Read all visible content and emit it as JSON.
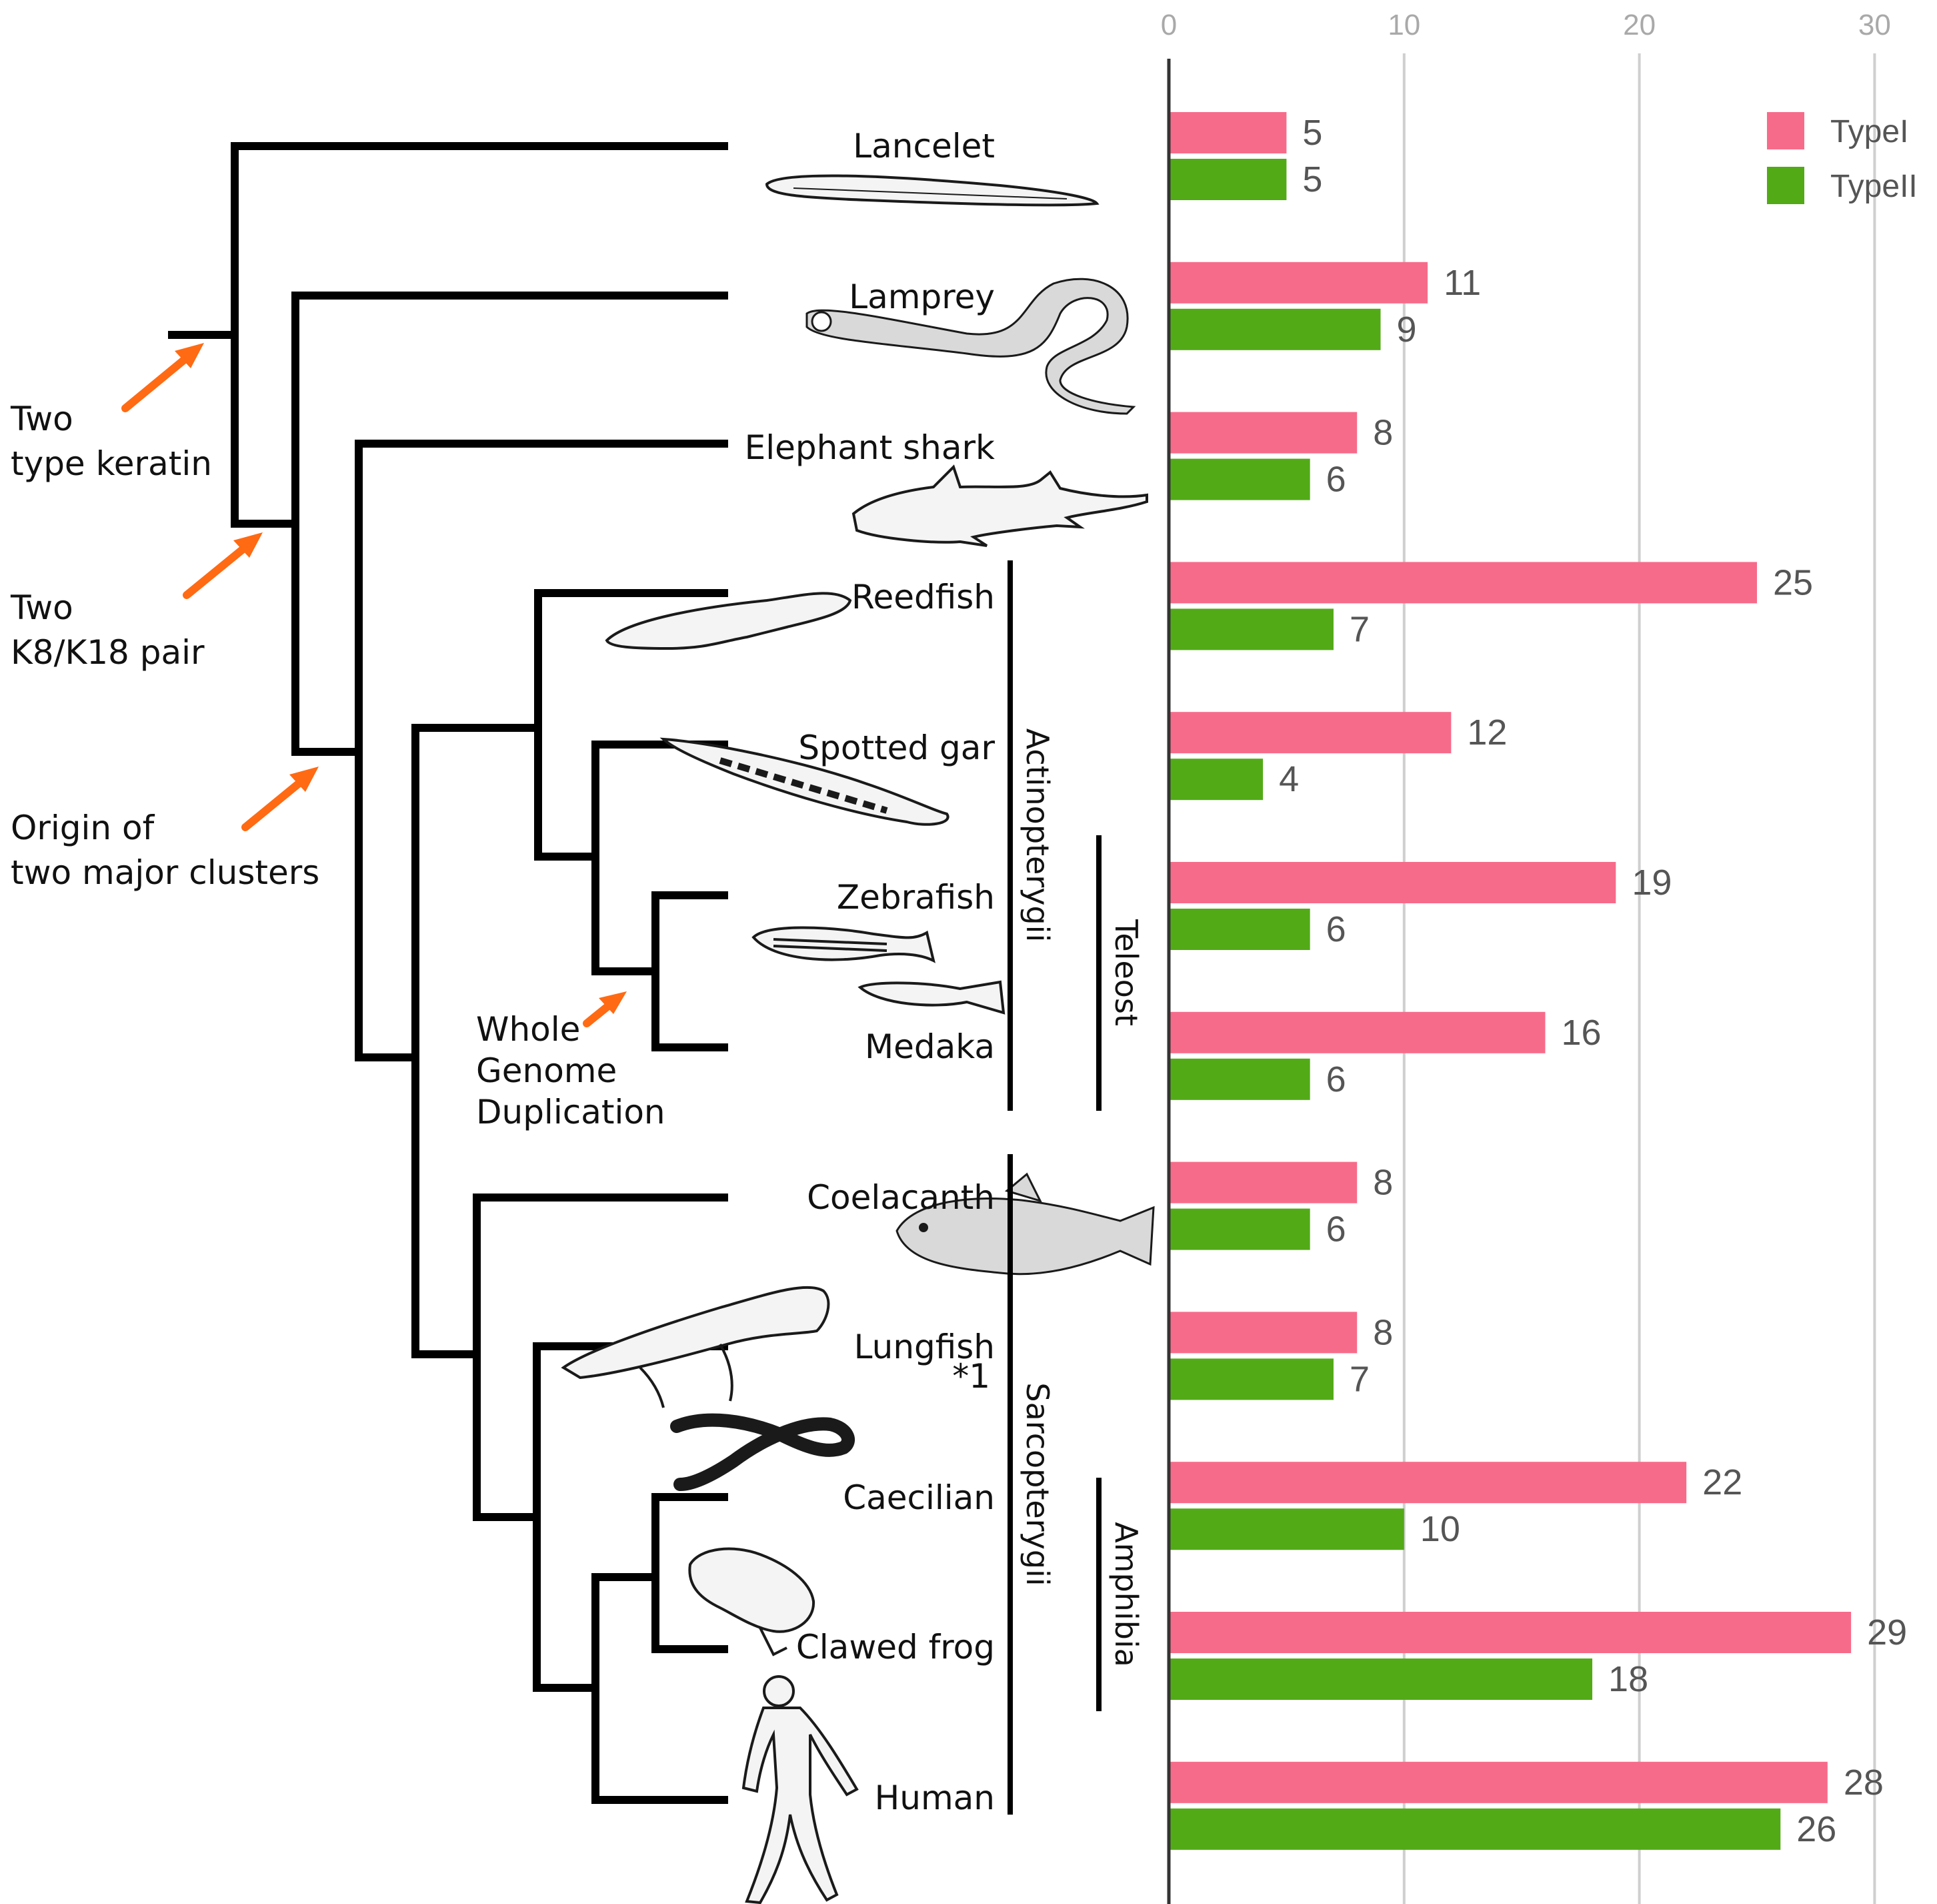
{
  "colors": {
    "typeI": "#f76b8a",
    "typeII": "#52aa17",
    "arrow": "#ff6a13",
    "grid": "#cfcfcf",
    "tick_text": "#a9a9a9",
    "value_text": "#555555"
  },
  "icons": [
    "lancelet-icon",
    "lamprey-icon",
    "elephant-shark-icon",
    "reedfish-icon",
    "spotted-gar-icon",
    "zebrafish-icon",
    "medaka-icon",
    "coelacanth-icon",
    "lungfish-icon",
    "caecilian-icon",
    "clawed-frog-icon",
    "human-icon"
  ],
  "annotations": {
    "two_type_keratin": [
      "Two",
      "type keratin"
    ],
    "k8_k18": [
      "Two",
      "K8/K18 pair"
    ],
    "two_clusters": [
      "Origin of",
      "two major clusters"
    ],
    "wgd": [
      "Whole",
      "Genome",
      "Duplication"
    ]
  },
  "clades": {
    "actinopterygii": "Actinopterygii",
    "teleost": "Teleost",
    "sarcopterygii": "Sarcopterygii",
    "amphibia": "Amphibia"
  },
  "lungfish_note": "*1",
  "chart_data": {
    "type": "bar",
    "orientation": "horizontal",
    "categories": [
      "Lancelet",
      "Lamprey",
      "Elephant shark",
      "Reedfish",
      "Spotted gar",
      "Zebrafish",
      "Medaka",
      "Coelacanth",
      "Lungfish",
      "Caecilian",
      "Clawed frog",
      "Human"
    ],
    "series": [
      {
        "name": "TypeI",
        "color": "#f76b8a",
        "values": [
          5,
          11,
          8,
          25,
          12,
          19,
          16,
          8,
          8,
          22,
          29,
          28
        ]
      },
      {
        "name": "TypeII",
        "color": "#52aa17",
        "values": [
          5,
          9,
          6,
          7,
          4,
          6,
          6,
          6,
          7,
          10,
          18,
          26
        ]
      }
    ],
    "xlim": [
      0,
      32
    ],
    "xticks": [
      0,
      10,
      20,
      30
    ],
    "xaxis_position": "top",
    "grid": true,
    "legend_position": "top-right",
    "title": "",
    "xlabel": "",
    "ylabel": ""
  }
}
